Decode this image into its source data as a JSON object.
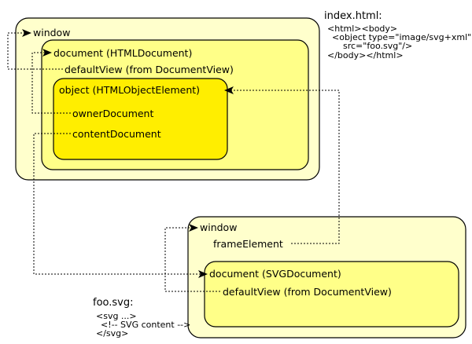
{
  "colors": {
    "outer_window": "#ffffcc",
    "document": "#ffff88",
    "object": "#ffee00",
    "line": "#000000"
  },
  "main_window": {
    "window_label": "window",
    "document_label": "document (HTMLDocument)",
    "default_view_label": "defaultView (from DocumentView)",
    "object_label": "object (HTMLObjectElement)",
    "owner_document_label": "ownerDocument",
    "content_document_label": "contentDocument"
  },
  "svg_window": {
    "window_label": "window",
    "frame_element_label": "frameElement",
    "document_label": "document (SVGDocument)",
    "default_view_label": "defaultView (from DocumentView)"
  },
  "index_html": {
    "title": "index.html:",
    "lines": [
      "<html><body>",
      "<object type=\"image/svg+xml\"",
      "src=\"foo.svg\"/>",
      "</body></html>"
    ]
  },
  "foo_svg": {
    "title": "foo.svg:",
    "lines": [
      "<svg ...>",
      "<!-- SVG content -->",
      "</svg>"
    ]
  }
}
